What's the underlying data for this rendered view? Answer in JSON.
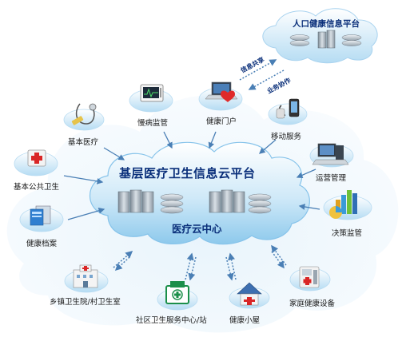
{
  "platform": {
    "title": "基层医疗卫生信息云平台",
    "center": "医疗云中心"
  },
  "top_platform": {
    "title": "人口健康信息平台",
    "share_label": "信息共享",
    "collab_label": "业务协作"
  },
  "nodes": {
    "chronic": "慢病监管",
    "portal": "健康门户",
    "mobile": "移动服务",
    "basic_care": "基本医疗",
    "public_health": "基本公共卫生",
    "operations": "运营管理",
    "records": "健康档案",
    "decision": "决策监管",
    "township": "乡镇卫生院/村卫生室",
    "community": "社区卫生服务中心/站",
    "cabin": "健康小屋",
    "home_device": "家庭健康设备"
  }
}
